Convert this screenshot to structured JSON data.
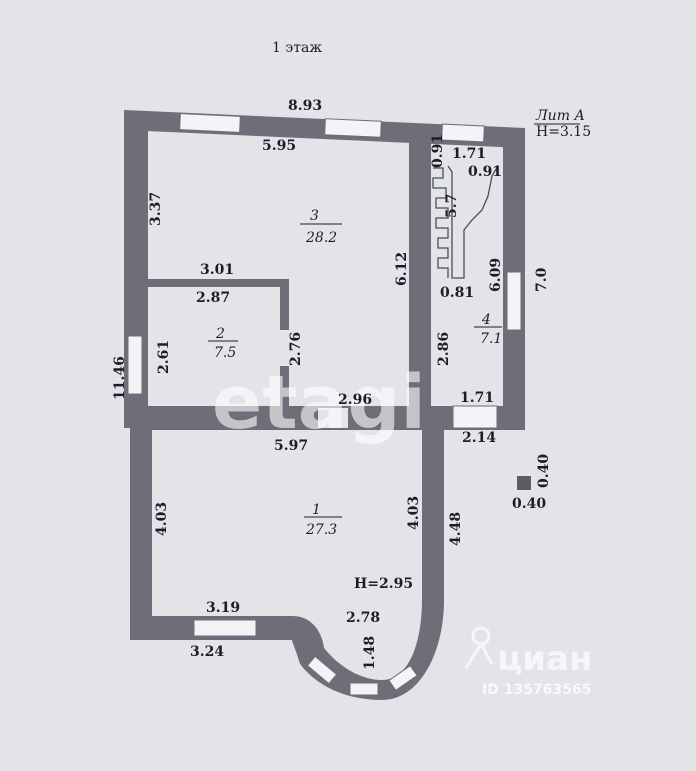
{
  "floor_title": "1 этаж",
  "lit": {
    "label": "Лит А",
    "height": "H=3.15"
  },
  "rooms": [
    {
      "number": "1",
      "area": "27.3"
    },
    {
      "number": "2",
      "area": "7.5"
    },
    {
      "number": "3",
      "area": "28.2"
    },
    {
      "number": "4",
      "area": "7.1"
    }
  ],
  "room1_height": "H=2.95",
  "dimensions": {
    "top_total": "8.93",
    "room3_width": "5.95",
    "room3_left": "3.37",
    "room3_right": "6.12",
    "room2_top_outer": "3.01",
    "room2_top_inner": "2.87",
    "room2_left": "2.61",
    "room2_right": "2.76",
    "corridor": "2.96",
    "stair_top": "1.71",
    "stair_a": "0.91",
    "stair_b": "0.91",
    "stair_c": "5.7",
    "stair_landing": "0.81",
    "room4_right": "6.09",
    "room4_left": "2.86",
    "room4_bottom": "1.71",
    "outer_right": "7.0",
    "outer_left": "11.46",
    "room1_top": "5.97",
    "below_room4": "2.14",
    "room1_left": "4.03",
    "room1_right": "4.03",
    "outer_right_lower": "4.48",
    "room1_bottom": "3.19",
    "bay_width": "2.78",
    "bay_depth": "1.48",
    "outer_bottom": "3.24",
    "column_w": "0.40",
    "column_h": "0.40"
  },
  "watermarks": {
    "etagi": "etagi",
    "cian": "циан",
    "cian_id": "ID 135763565"
  },
  "colors": {
    "wall": "#6d6e78",
    "background": "#e3e4e8",
    "window": "#f3f4f6",
    "text": "#1d1d2a"
  }
}
